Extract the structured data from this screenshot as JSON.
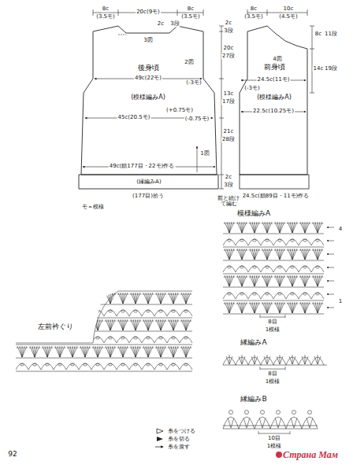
{
  "diagram": {
    "nodes": [
      {
        "text": [
          "後身頃",
          "(模様編みA)"
        ]
      },
      {
        "text": [
          "前身頃",
          "(模様編みA)"
        ]
      },
      {
        "text": [
          "(縁編みA)"
        ]
      }
    ],
    "labels": [
      "8c",
      "(3.5モ)",
      "20c(9モ)",
      "8c",
      "(3.5モ)",
      "2c",
      "3段",
      "3図",
      "2c",
      "3段",
      "20c",
      "27段",
      "2図",
      "(-3モ)",
      "13c",
      "17段",
      "(+0.75モ)",
      "(-0.75モ)",
      "21c",
      "28段",
      "2c",
      "3段",
      "49c(22モ)",
      "45c(20.5モ)",
      "1図",
      "49c(鎖177目・22モ)作る",
      "(177目)拾う",
      "前と続けて編む",
      "モ＝模様",
      "8c",
      "(3.5モ)",
      "10c",
      "(4.5モ)",
      "8c",
      "11段",
      "14c",
      "19段",
      "4図",
      "24.5c(11モ)",
      "(-3モ)",
      "22.5c(10.25モ)",
      "24.5c(鎖89目・11モ)作る",
      "模様編みA",
      "4",
      "1",
      "8目",
      "1模様",
      "左前衿ぐり",
      "縁編みA",
      "8目",
      "1模様",
      "縁編みB",
      "10目",
      "1模様",
      "92",
      "Страна Мам"
    ],
    "legend": [
      {
        "text": "糸をつける"
      },
      {
        "text": "糸を切る"
      },
      {
        "text": "糸を渡す"
      }
    ]
  }
}
